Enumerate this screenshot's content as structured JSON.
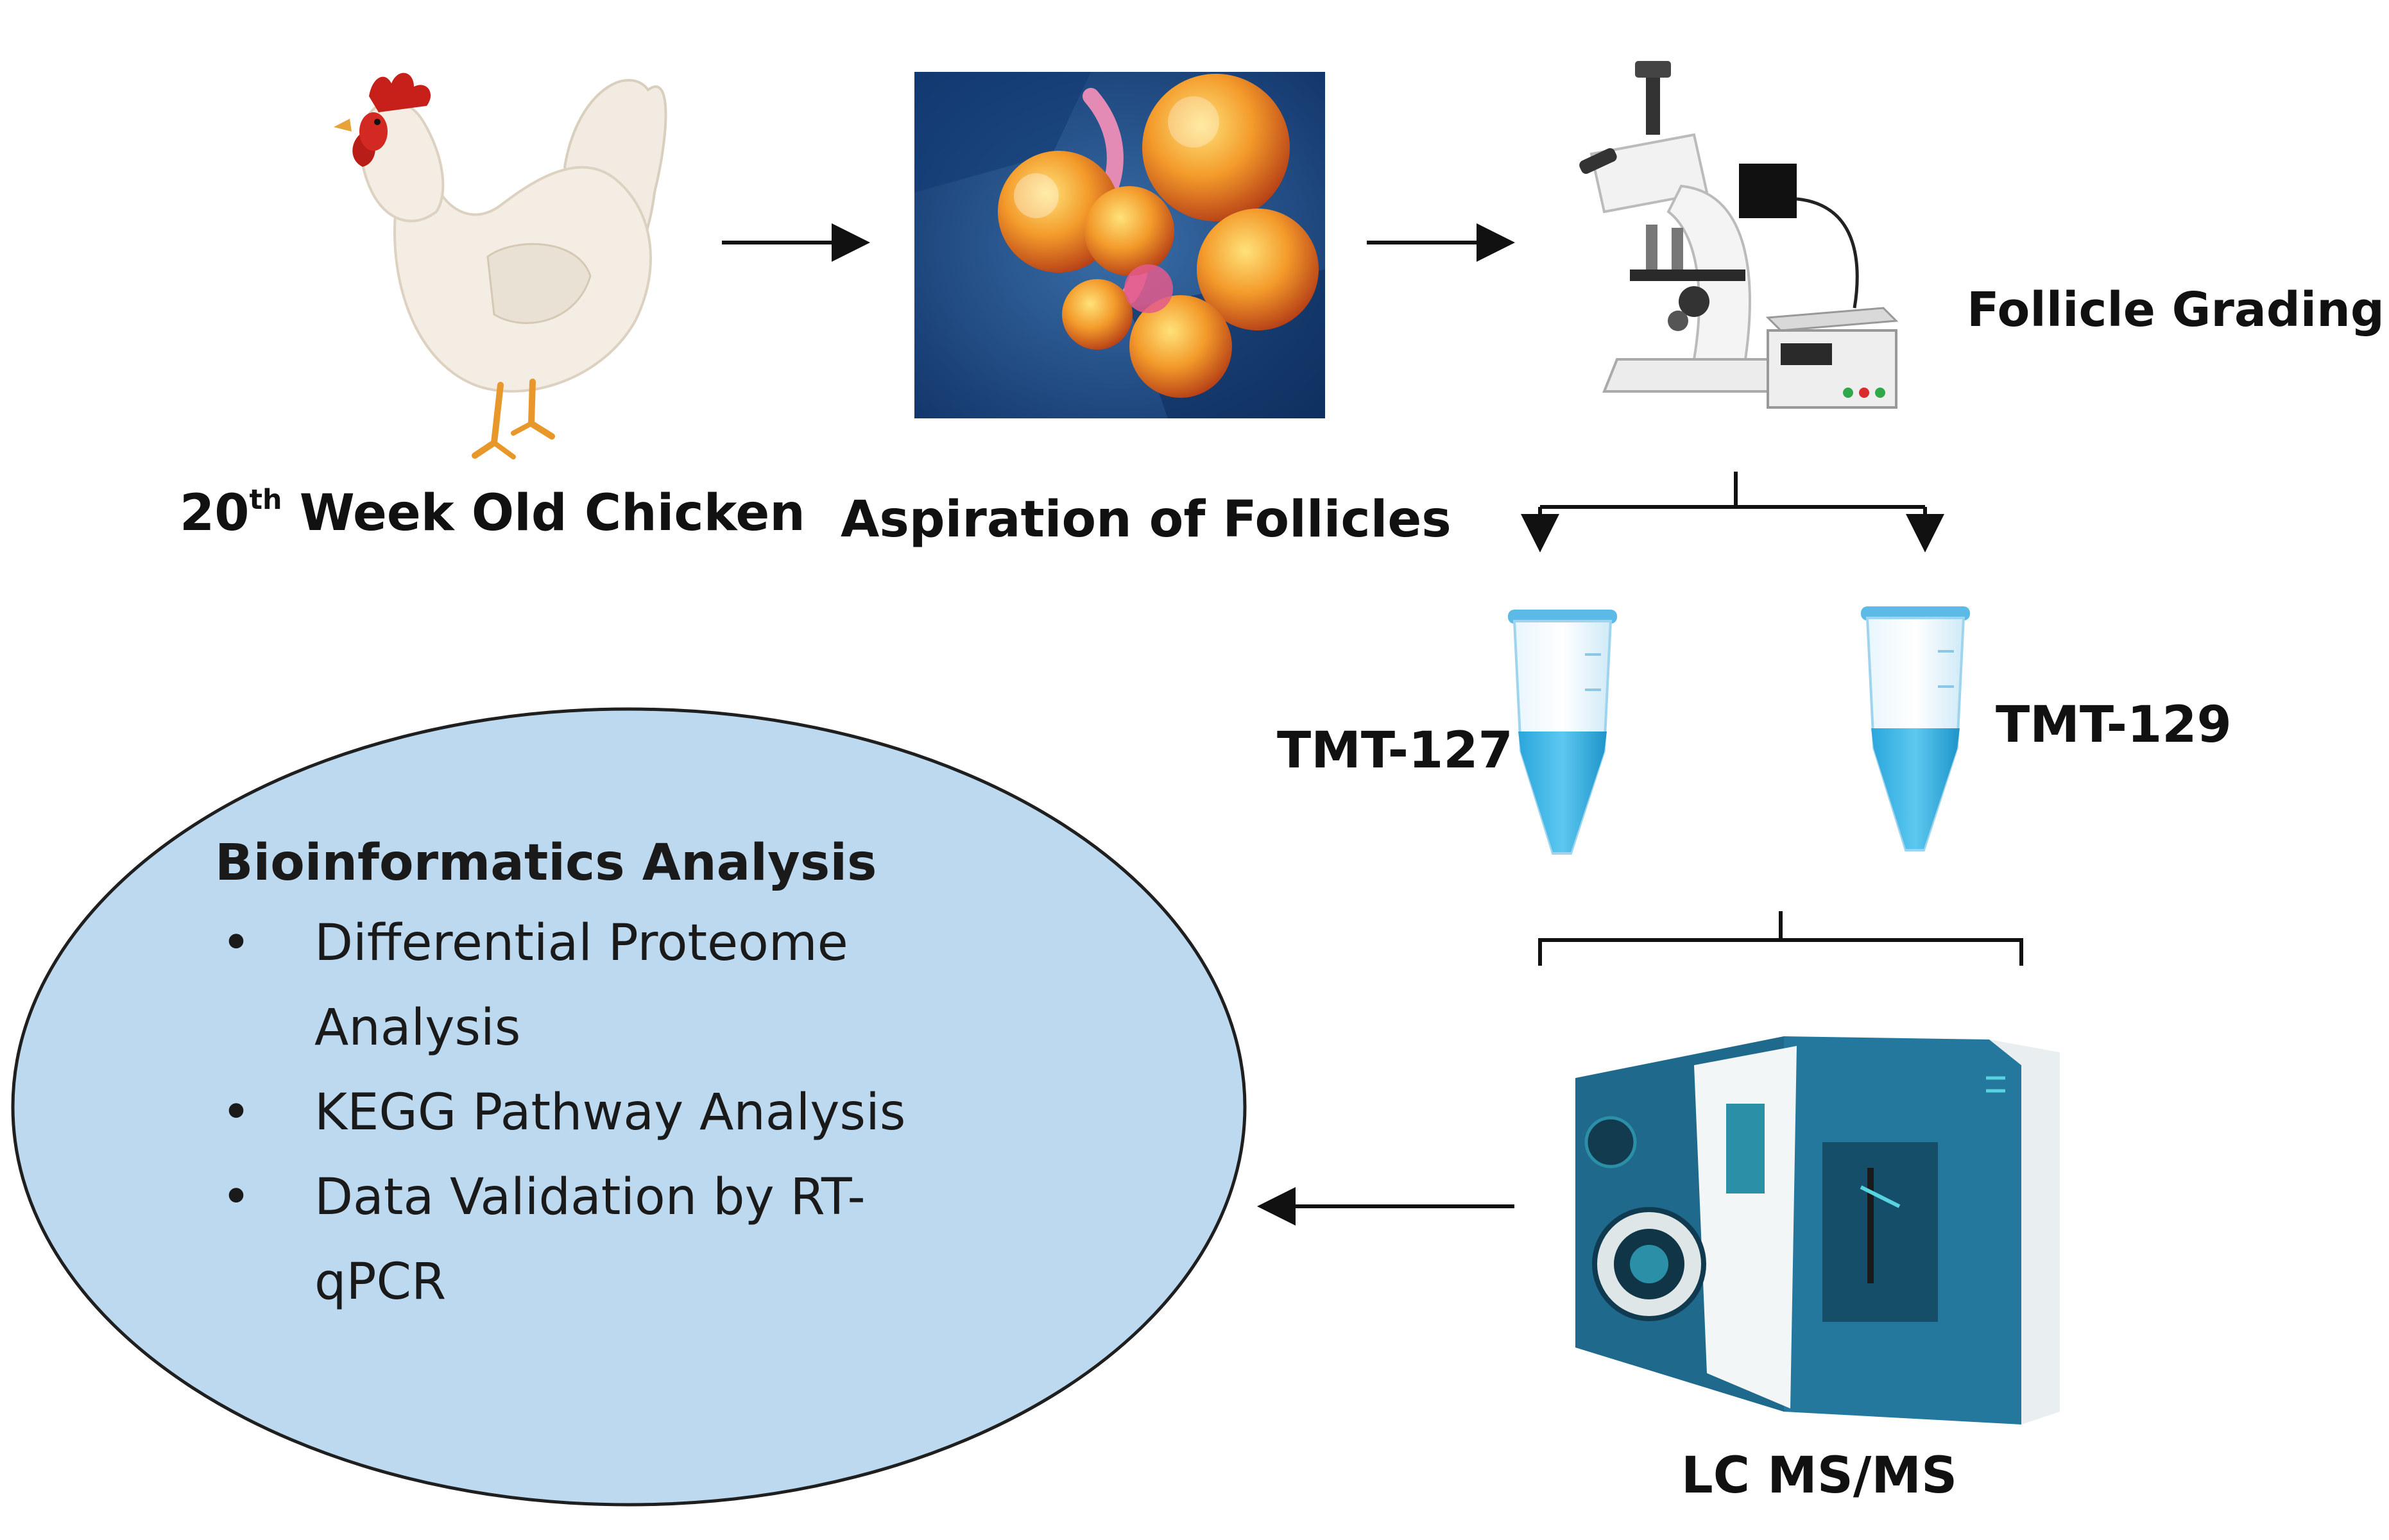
{
  "steps": {
    "chicken": {
      "label_main": "20",
      "label_sup": "th",
      "label_rest": " Week Old Chicken"
    },
    "aspiration": {
      "label": "Aspiration of Follicles"
    },
    "grading": {
      "label": "Follicle Grading"
    },
    "tube_left": {
      "label": "TMT-127"
    },
    "tube_right": {
      "label": "TMT-129"
    },
    "lcms": {
      "label": "LC MS/MS"
    }
  },
  "analysis": {
    "title": "Bioinformatics Analysis",
    "items": [
      "Differential Proteome Analysis",
      "KEGG Pathway Analysis",
      "Data Validation by RT-qPCR"
    ]
  },
  "colors": {
    "oval_fill": "#bcd9ef",
    "oval_stroke": "#1f1f1f",
    "tube_liquid": "#38b6e8",
    "instrument_body": "#1f6a8c"
  }
}
